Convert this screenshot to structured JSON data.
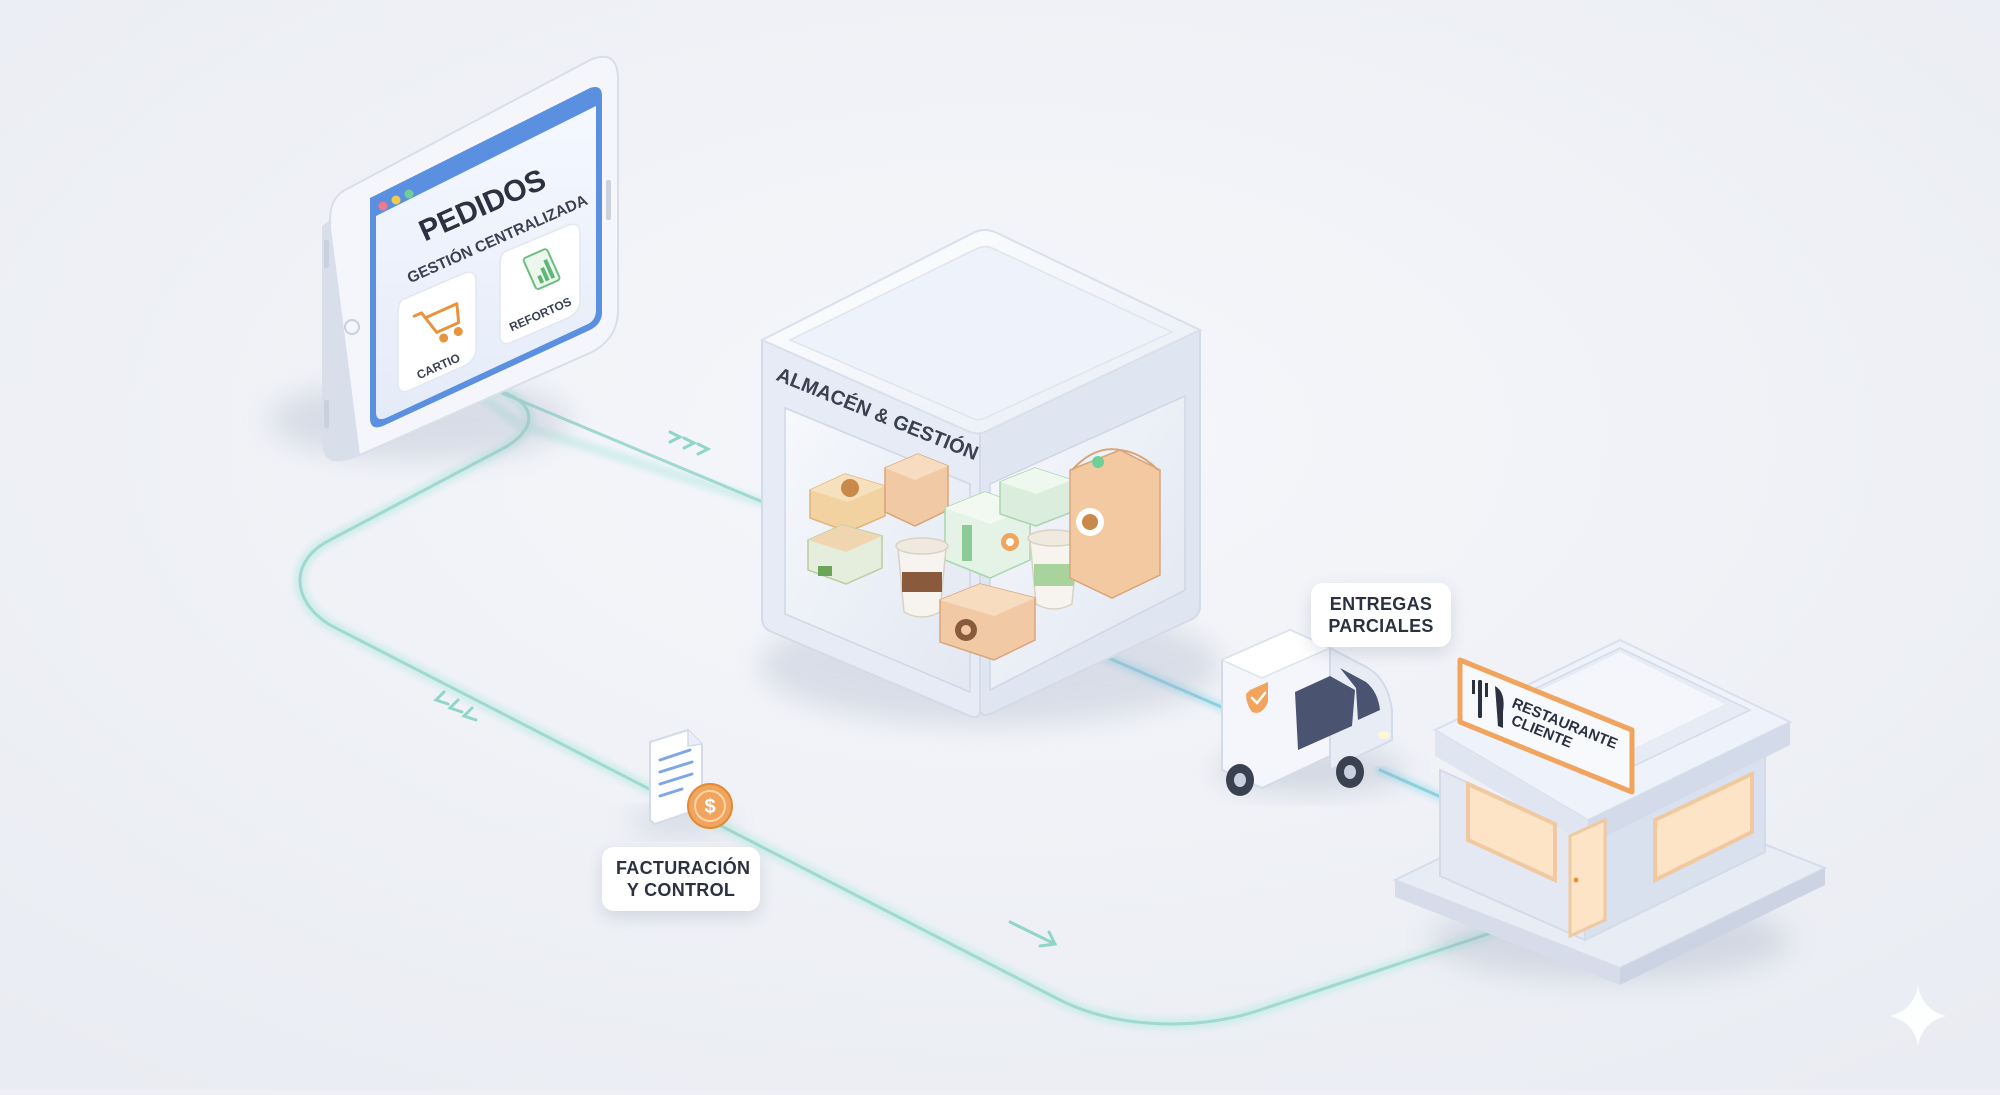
{
  "tablet": {
    "title": "PEDIDOS",
    "subtitle": "GESTIÓN CENTRALIZADA",
    "card_left_label": "CARTIO",
    "card_right_label": "REFORTOS",
    "window_dot_colors": [
      "#f07a8a",
      "#f2c94c",
      "#6fcf97"
    ],
    "icons": [
      "cart-icon",
      "document-chart-icon"
    ]
  },
  "warehouse": {
    "label": "ALMACÉN & GESTIÓN",
    "contents_icons": [
      "burger-box-icon",
      "coffee-cup-icon",
      "cardboard-box-icon",
      "paper-bag-icon"
    ]
  },
  "delivery": {
    "label_line1": "ENTREGAS",
    "label_line2": "PARCIALES",
    "icon": "delivery-van-icon"
  },
  "billing": {
    "label_line1": "FACTURACIÓN",
    "label_line2": "Y CONTROL",
    "icons": [
      "invoice-document-icon",
      "coin-icon"
    ]
  },
  "restaurant": {
    "sign_line1": "RESTAURANTE",
    "sign_line2": "CLIENTE",
    "icon": "fork-knife-icon"
  },
  "colors": {
    "background": "#eef0f5",
    "tablet_screen": "#5b8fe0",
    "flow_line": "#a9e2dc",
    "accent_orange": "#f0a45d",
    "text_dark": "#2b3140"
  }
}
